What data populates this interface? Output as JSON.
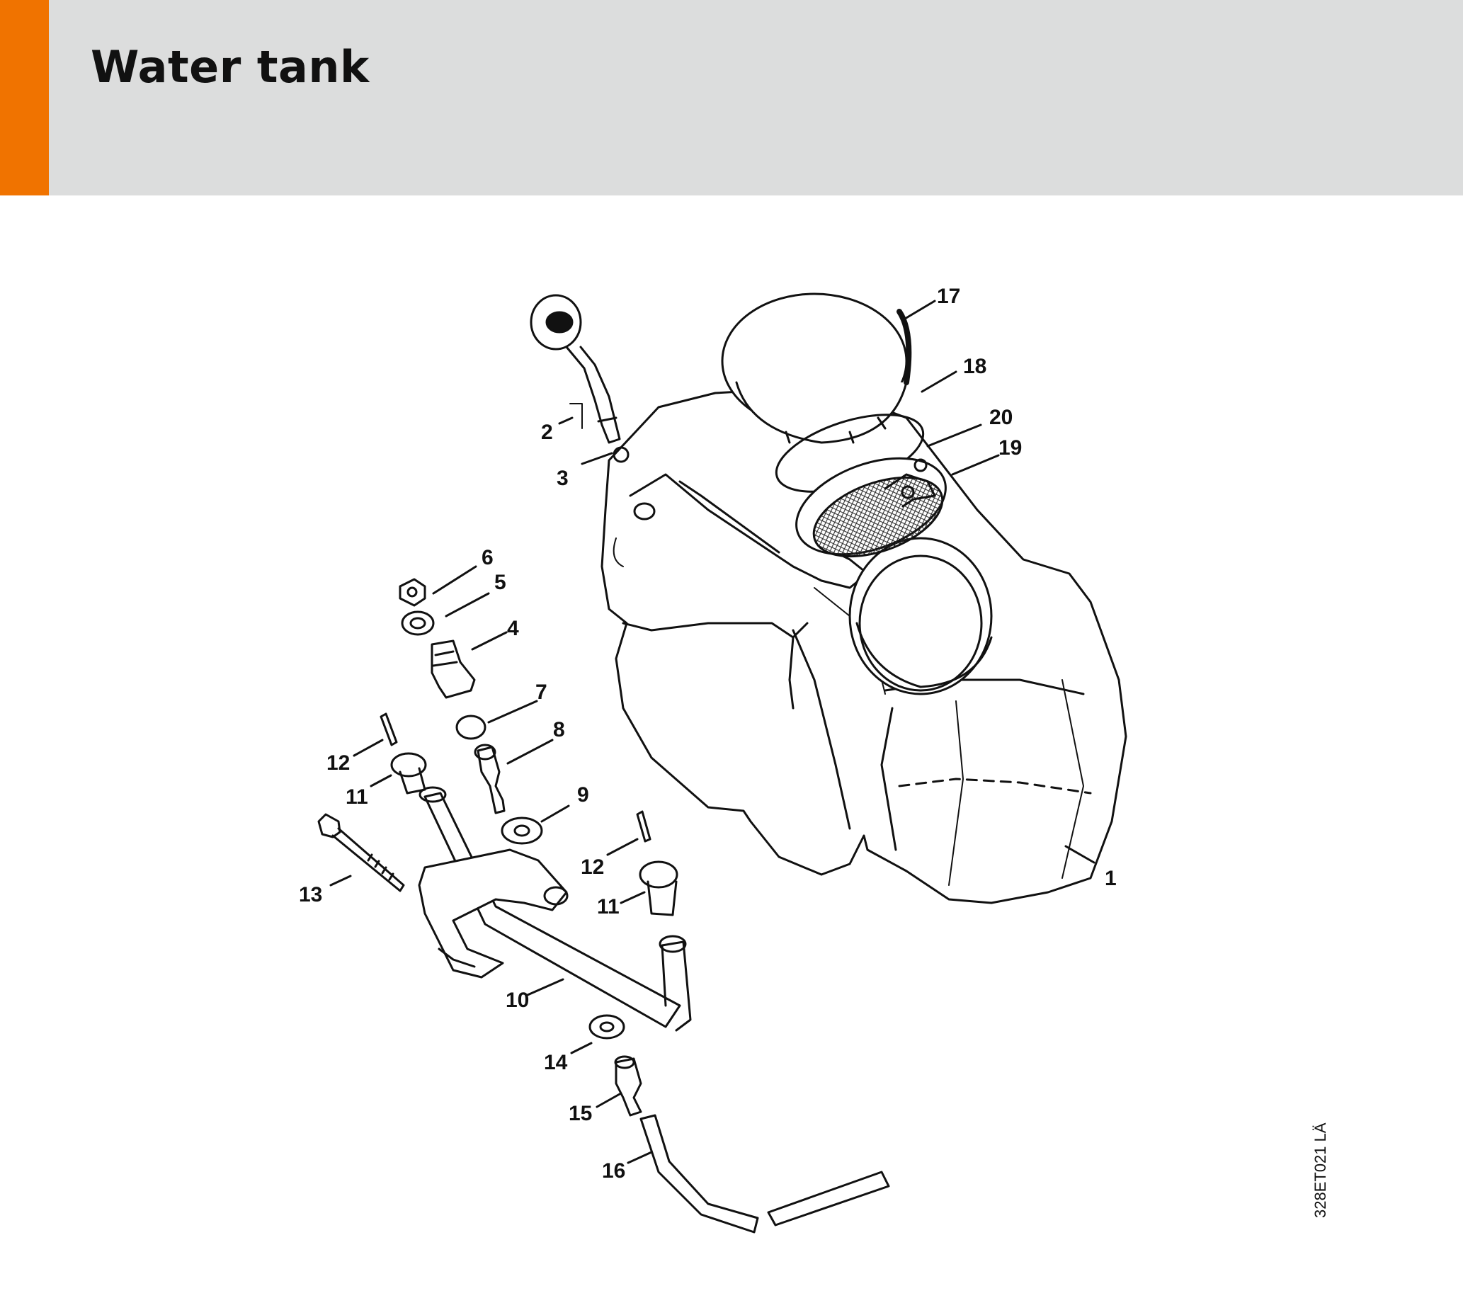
{
  "page": {
    "title": "Water tank",
    "accent_color": "#f07300",
    "header_bg": "#dcdddd"
  },
  "diagram": {
    "reference_code": "328ET021 LÄ",
    "callouts": [
      {
        "id": "c1",
        "label": "1"
      },
      {
        "id": "c2",
        "label": "2"
      },
      {
        "id": "c3",
        "label": "3"
      },
      {
        "id": "c4",
        "label": "4"
      },
      {
        "id": "c5",
        "label": "5"
      },
      {
        "id": "c6",
        "label": "6"
      },
      {
        "id": "c7",
        "label": "7"
      },
      {
        "id": "c8",
        "label": "8"
      },
      {
        "id": "c9",
        "label": "9"
      },
      {
        "id": "c10",
        "label": "10"
      },
      {
        "id": "c11a",
        "label": "11"
      },
      {
        "id": "c11b",
        "label": "11"
      },
      {
        "id": "c12a",
        "label": "12"
      },
      {
        "id": "c12b",
        "label": "12"
      },
      {
        "id": "c13",
        "label": "13"
      },
      {
        "id": "c14",
        "label": "14"
      },
      {
        "id": "c15",
        "label": "15"
      },
      {
        "id": "c16",
        "label": "16"
      },
      {
        "id": "c17",
        "label": "17"
      },
      {
        "id": "c18",
        "label": "18"
      },
      {
        "id": "c19",
        "label": "19"
      },
      {
        "id": "c20",
        "label": "20"
      }
    ]
  }
}
